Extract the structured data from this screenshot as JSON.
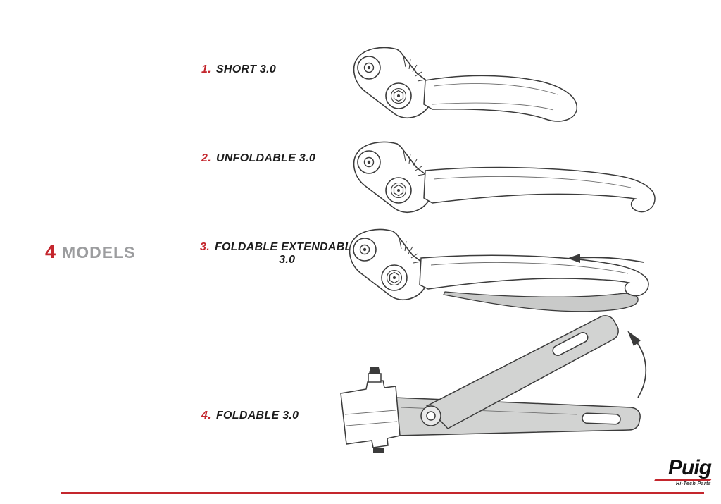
{
  "colors": {
    "accent_red": "#c4262d",
    "models_gray": "#9c9d9f",
    "line_dark": "#3b3b3b",
    "shade_gray": "#d2d3d2"
  },
  "models_header": {
    "count": "4",
    "label": "MODELS"
  },
  "items": [
    {
      "number": "1.",
      "name": "SHORT 3.0"
    },
    {
      "number": "2.",
      "name": "UNFOLDABLE 3.0"
    },
    {
      "number": "3.",
      "name": "FOLDABLE EXTENDABLE",
      "name_line2": "3.0"
    },
    {
      "number": "4.",
      "name": "FOLDABLE 3.0"
    }
  ],
  "footer": {
    "brand": "Puig",
    "tagline": "Hi-Tech Parts"
  }
}
